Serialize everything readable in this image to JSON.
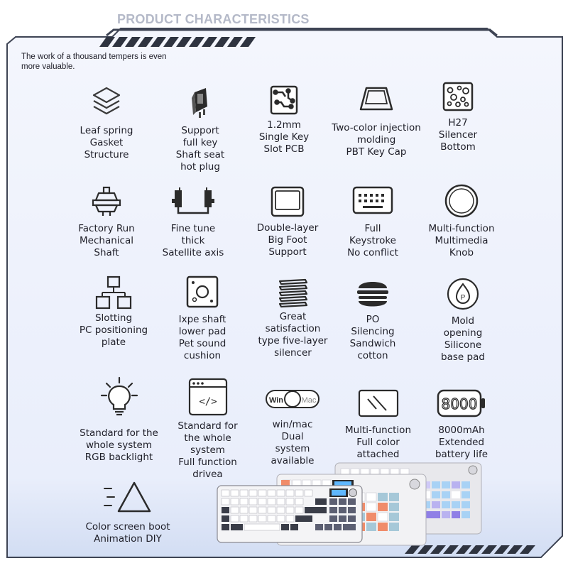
{
  "header": {
    "title": "PRODUCT CHARACTERISTICS",
    "tagline": "The work of a thousand tempers is even more valuable."
  },
  "colors": {
    "panel": "#eef2fc",
    "frame": "#3e4454",
    "accent_stripes": "#2f3440",
    "title_text": "#b4b9c8"
  },
  "features": [
    {
      "icon": "leaf-spring-layers-icon",
      "label": "Leaf spring\nGasket\nStructure"
    },
    {
      "icon": "switch-hot-plug-icon",
      "label": "Support\nfull key\nShaft seat\nhot plug"
    },
    {
      "icon": "pcb-circuit-icon",
      "label": "1.2mm\nSingle Key\nSlot PCB"
    },
    {
      "icon": "keycap-icon",
      "label": "Two-color injection\nmolding\nPBT Key Cap"
    },
    {
      "icon": "silencer-bottom-icon",
      "label": "H27\nSilencer\nBottom"
    },
    {
      "icon": "mechanical-switch-icon",
      "label": "Factory Run\nMechanical\nShaft"
    },
    {
      "icon": "satellite-stabilizer-icon",
      "label": "Fine tune\nthick\nSatellite axis"
    },
    {
      "icon": "foot-support-icon",
      "label": "Double-layer\nBig Foot\nSupport"
    },
    {
      "icon": "keyboard-rollover-icon",
      "label": "Full\nKeystroke\nNo conflict"
    },
    {
      "icon": "knob-icon",
      "label": "Multi-function\nMultimedia\nKnob"
    },
    {
      "icon": "positioning-plate-icon",
      "label": "Slotting\nPC positioning\nplate"
    },
    {
      "icon": "shaft-pad-icon",
      "label": "Ixpe shaft\nlower pad\nPet sound\ncushion"
    },
    {
      "icon": "five-layer-silencer-icon",
      "label": "Great\nsatisfaction\ntype five-layer\nsilencer"
    },
    {
      "icon": "sandwich-cotton-icon",
      "label": "PO\nSilencing\nSandwich\ncotton"
    },
    {
      "icon": "silicone-pad-icon",
      "label": "Mold\nopening\nSilicone\nbase pad"
    },
    {
      "icon": "rgb-bulb-icon",
      "label": "Standard for the\nwhole system\nRGB backlight"
    },
    {
      "icon": "code-driver-icon",
      "label": "Standard for\nthe whole\nsystem\nFull function\ndrivea"
    },
    {
      "icon": "win-mac-toggle-icon",
      "label": "win/mac\nDual\nsystem\navailable"
    },
    {
      "icon": "screen-icon",
      "label": "Multi-function\nFull color\nattached\nscreen"
    },
    {
      "icon": "battery-icon",
      "label": "8000mAh\nExtended\nbattery life"
    },
    {
      "icon": "boot-animation-icon",
      "label": "Color screen boot\nAnimation DIY"
    }
  ],
  "icon_text": {
    "toggle_win": "Win",
    "toggle_mac": "Mac",
    "battery": "8000",
    "code": "</>"
  }
}
